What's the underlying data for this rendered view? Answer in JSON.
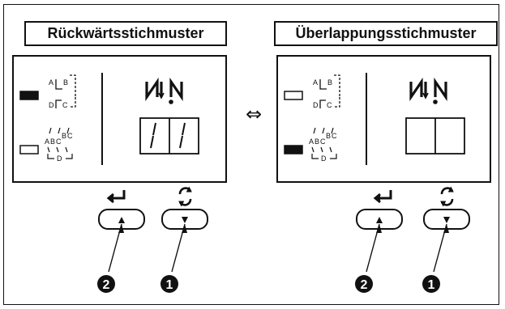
{
  "titles": {
    "left": "Rückwärtsstichmuster",
    "right": "Überlappungsstichmuster"
  },
  "switch_symbol": "⇔",
  "patterns": {
    "top_letters": [
      "A",
      "B",
      "C",
      "D"
    ],
    "bottom_letters": [
      "A",
      "B",
      "C",
      "B",
      "C",
      "D"
    ]
  },
  "panels": {
    "left": {
      "display_digits": [
        "1",
        "1"
      ],
      "selected_pattern": "top"
    },
    "right": {
      "display_digits": [
        "",
        ""
      ],
      "selected_pattern": "bottom"
    }
  },
  "callouts": {
    "number_2": "2",
    "number_1": "1"
  },
  "icons": {
    "button_2_icon": "return-arrow-icon",
    "button_1_icon": "rotate-icon",
    "button_glyph": "triangle"
  },
  "colors": {
    "ink": "#111111",
    "background": "#ffffff"
  }
}
